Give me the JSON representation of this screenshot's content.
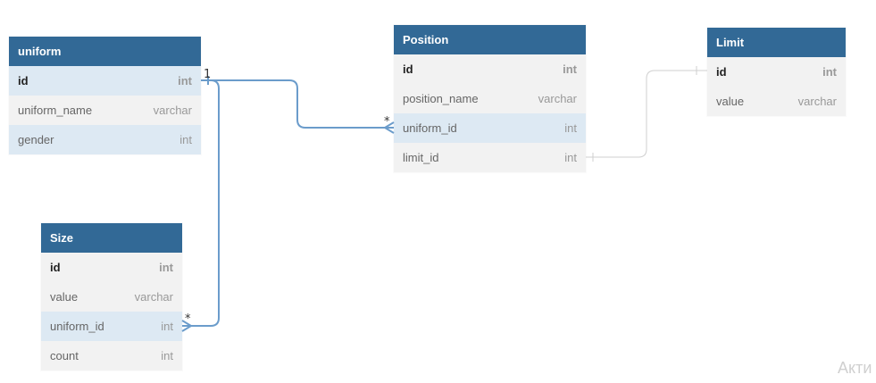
{
  "colors": {
    "header_bg": "#326996",
    "row_bg": "#f2f2f2",
    "row_highlight": "#dde9f3",
    "link_primary": "#6b9ccb",
    "link_secondary": "#cfcfcf"
  },
  "tables": {
    "uniform": {
      "name": "uniform",
      "fields": [
        {
          "name": "id",
          "type": "int"
        },
        {
          "name": "uniform_name",
          "type": "varchar"
        },
        {
          "name": "gender",
          "type": "int"
        }
      ]
    },
    "position": {
      "name": "Position",
      "fields": [
        {
          "name": "id",
          "type": "int"
        },
        {
          "name": "position_name",
          "type": "varchar"
        },
        {
          "name": "uniform_id",
          "type": "int"
        },
        {
          "name": "limit_id",
          "type": "int"
        }
      ]
    },
    "limit": {
      "name": "Limit",
      "fields": [
        {
          "name": "id",
          "type": "int"
        },
        {
          "name": "value",
          "type": "varchar"
        }
      ]
    },
    "size": {
      "name": "Size",
      "fields": [
        {
          "name": "id",
          "type": "int"
        },
        {
          "name": "value",
          "type": "varchar"
        },
        {
          "name": "uniform_id",
          "type": "int"
        },
        {
          "name": "count",
          "type": "int"
        }
      ]
    }
  },
  "relations": {
    "one_label": "1",
    "many_label_position": "*",
    "many_label_size": "*"
  },
  "watermark": "Акти"
}
